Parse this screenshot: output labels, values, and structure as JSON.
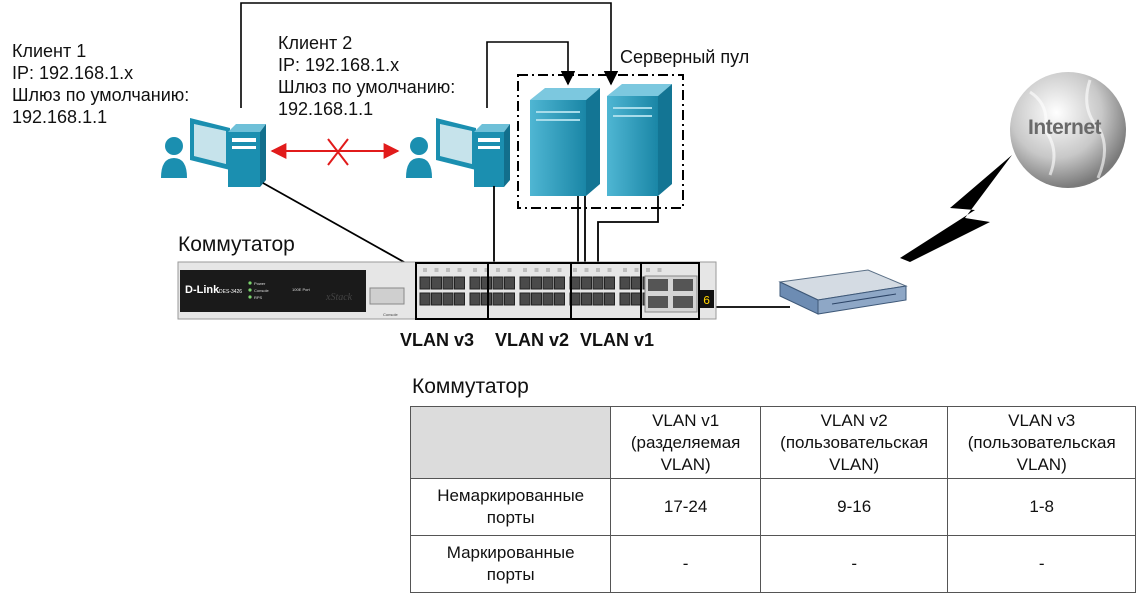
{
  "client1": {
    "title": "Клиент 1",
    "ip": "IP: 192.168.1.x",
    "gateway_label": "Шлюз по умолчанию:",
    "gateway": "192.168.1.1"
  },
  "client2": {
    "title": "Клиент 2",
    "ip": "IP: 192.168.1.x",
    "gateway_label": "Шлюз по умолчанию:",
    "gateway": "192.168.1.1"
  },
  "server_pool_label": "Серверный пул",
  "internet_label": "Internet",
  "switch_label": "Коммутатор",
  "switch_device": {
    "brand": "D-Link",
    "model": "DES-3426",
    "series": "xStack",
    "leds": [
      "Power",
      "Console",
      "RPS"
    ],
    "port_group": "100E Port",
    "console": "Console",
    "port_numbers": [
      "2",
      "4",
      "6",
      "8",
      "10",
      "12",
      "14",
      "16",
      "18",
      "20",
      "22",
      "24"
    ]
  },
  "vlan_labels": [
    "VLAN v3",
    "VLAN v2",
    "VLAN v1"
  ],
  "table": {
    "title": "Коммутатор",
    "headers": [
      "",
      "VLAN v1\n(разделяемая\nVLAN)",
      "VLAN v2\n(пользовательская\nVLAN)",
      "VLAN v3\n(пользовательская\nVLAN)"
    ],
    "rows": [
      {
        "label": "Немаркированные\nпорты",
        "values": [
          "17-24",
          "9-16",
          "1-8"
        ]
      },
      {
        "label": "Маркированные\nпорты",
        "values": [
          "-",
          "-",
          "-"
        ]
      }
    ]
  },
  "colors": {
    "device_teal": "#1b8fb0",
    "blocked_link": "#e11b1b",
    "lightning": "#000000"
  }
}
